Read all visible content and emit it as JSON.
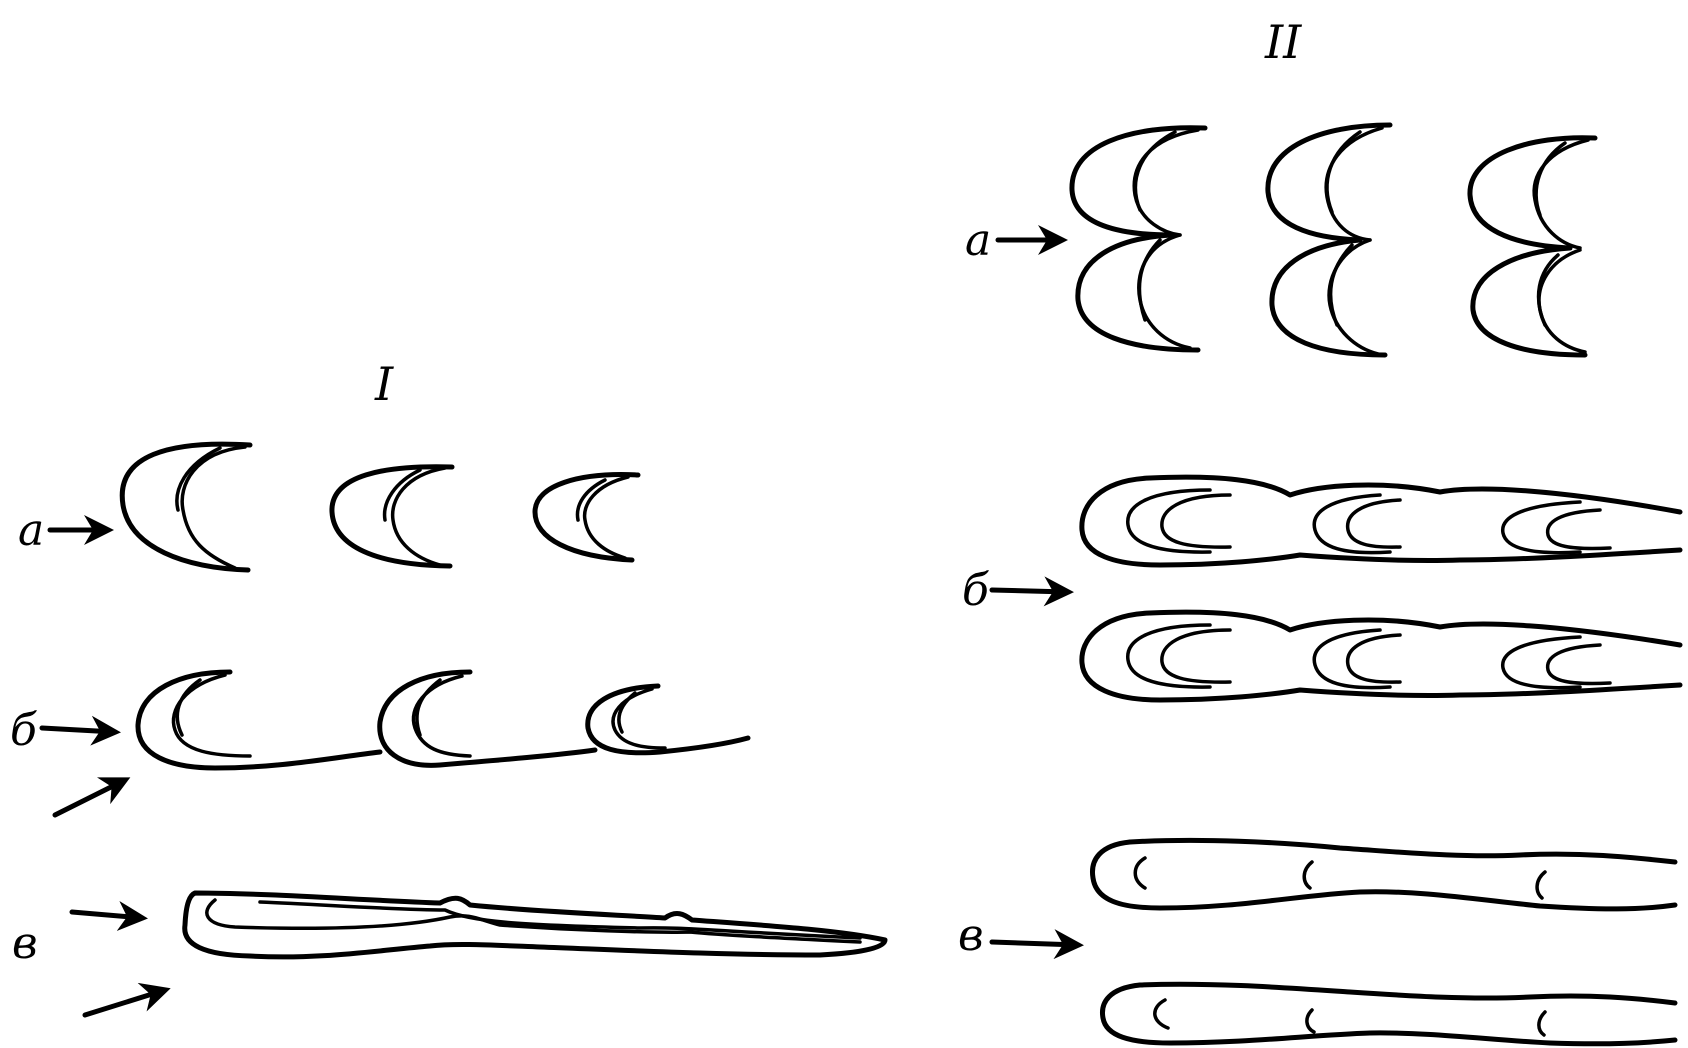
{
  "panels": [
    {
      "title": "I",
      "rows": [
        {
          "label": "а"
        },
        {
          "label": "б"
        },
        {
          "label": "в"
        }
      ]
    },
    {
      "title": "II",
      "rows": [
        {
          "label": "а"
        },
        {
          "label": "б"
        },
        {
          "label": "в"
        }
      ]
    }
  ]
}
